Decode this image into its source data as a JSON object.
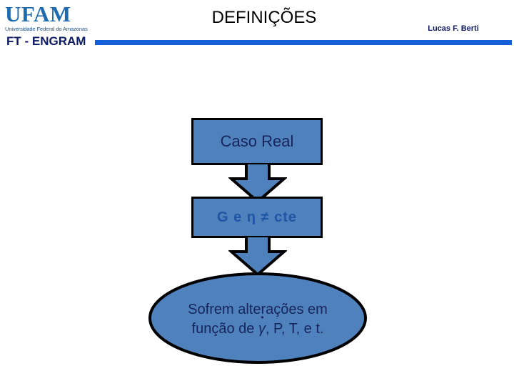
{
  "header": {
    "logo": {
      "wordmark": "UFAM",
      "subtitle": "Universidade Federal do Amazonas",
      "department": "FT - ENGRAM",
      "rule_color": "#1560d8",
      "wordmark_color": "#1f6bb0",
      "department_color": "#0d1a66"
    },
    "title": "DEFINIÇÕES",
    "author": "Lucas F. Berti"
  },
  "flowchart": {
    "box_fill_color": "#4f81bd",
    "box_border_color": "#000000",
    "text_color": "#17255c",
    "nodes": [
      {
        "id": "caso-real",
        "shape": "rectangle",
        "label": "Caso Real"
      },
      {
        "id": "g-eta-cte",
        "shape": "rectangle",
        "label_parts": {
          "g": "G",
          "e": "e",
          "eta": "η",
          "neq": "≠",
          "cte": "cte"
        },
        "label": "G e η ≠ cte"
      },
      {
        "id": "conclusion",
        "shape": "ellipse",
        "line1": "Sofrem alterações em",
        "line2_prefix": "função de ",
        "line2_gamma": "γ",
        "line2_suffix": ", P, T, e t.",
        "label": "Sofrem alterações em função de γ̇, P, T, e t."
      }
    ],
    "connectors": [
      {
        "id": "arrow-caso-real-to-g-eta",
        "direction": "down"
      },
      {
        "id": "arrow-g-eta-to-conclusion",
        "direction": "down"
      }
    ]
  }
}
